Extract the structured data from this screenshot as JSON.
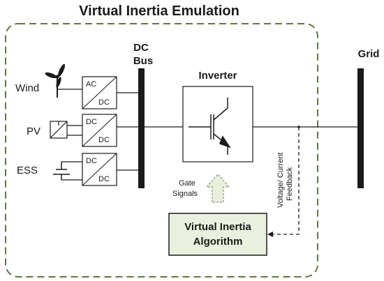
{
  "title": "Virtual Inertia Emulation",
  "dc_bus": {
    "line1": "DC",
    "line2": "Bus"
  },
  "grid_label": "Grid",
  "inverter_label": "Inverter",
  "sources": [
    {
      "name": "Wind",
      "conv_top": "AC",
      "conv_bottom": "DC"
    },
    {
      "name": "PV",
      "conv_top": "DC",
      "conv_bottom": "DC"
    },
    {
      "name": "ESS",
      "conv_top": "DC",
      "conv_bottom": "DC"
    }
  ],
  "gate_signals": {
    "line1": "Gate",
    "line2": "Signals"
  },
  "feedback": {
    "line1": "Voltage/ Current",
    "line2": "Feedback"
  },
  "algorithm": {
    "line1": "Virtual Inertia",
    "line2": "Algorithm"
  },
  "colors": {
    "boundary": "#5b7a3a",
    "algorithm_fill": "#e9f1de",
    "arrow_fill": "#e8f0dc",
    "arrow_stroke": "#9aa88a",
    "line": "#1a1a1a"
  }
}
